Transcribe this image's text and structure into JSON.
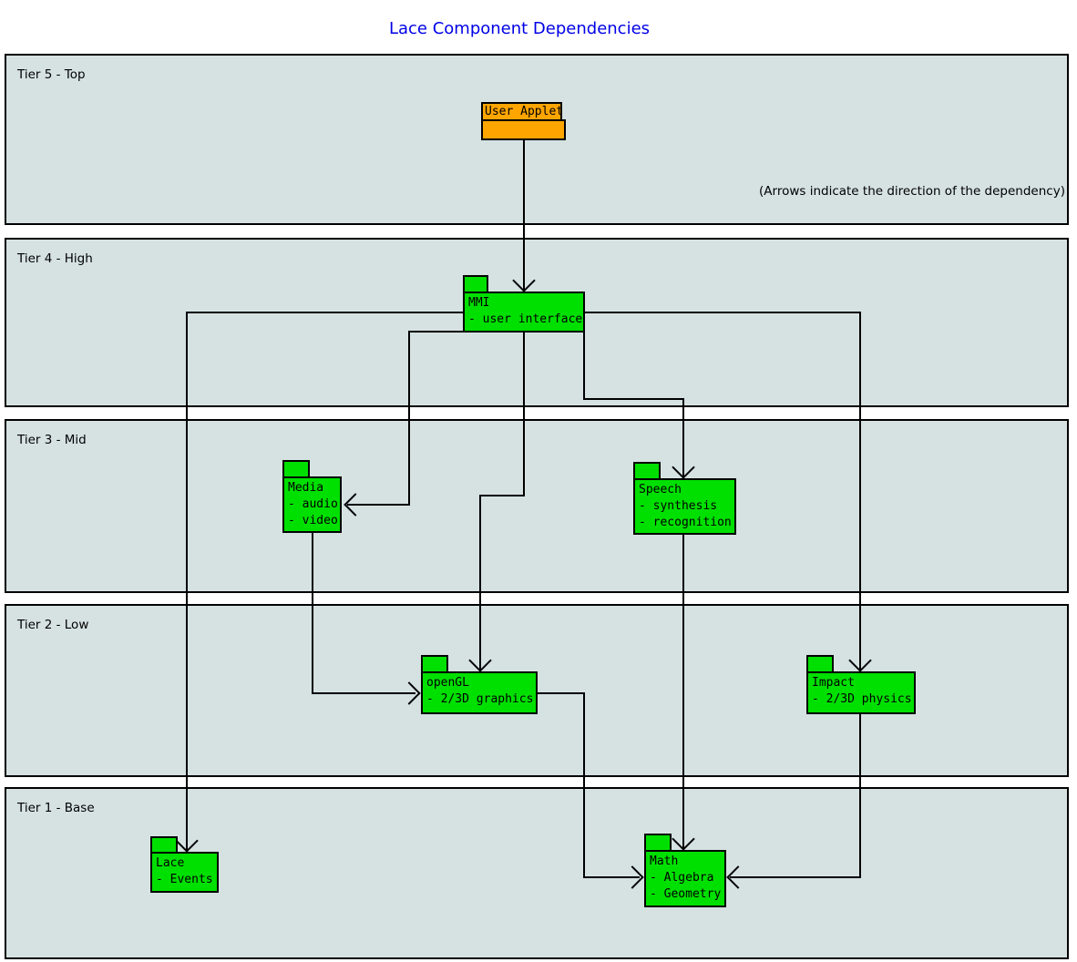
{
  "title": "Lace Component Dependencies",
  "annotation": "(Arrows indicate the direction of the dependency)",
  "colors": {
    "band_fill": "#d6e2e2",
    "component_fill": "#00e000",
    "applet_fill": "#ffa500",
    "title_text": "#0000e6",
    "line": "#000000"
  },
  "tiers": [
    {
      "label": "Tier 5 - Top"
    },
    {
      "label": "Tier 4 - High"
    },
    {
      "label": "Tier 3 - Mid"
    },
    {
      "label": "Tier 2 - Low"
    },
    {
      "label": "Tier 1 - Base"
    }
  ],
  "components": [
    {
      "name": "User Applet",
      "lines": []
    },
    {
      "name": "MMI",
      "lines": [
        "- user interface"
      ]
    },
    {
      "name": "Media",
      "lines": [
        "- audio",
        "- video"
      ]
    },
    {
      "name": "Speech",
      "lines": [
        "- synthesis",
        "- recognition"
      ]
    },
    {
      "name": "openGL",
      "lines": [
        "- 2/3D graphics"
      ]
    },
    {
      "name": "Impact",
      "lines": [
        "- 2/3D physics"
      ]
    },
    {
      "name": "Lace",
      "lines": [
        "- Events"
      ]
    },
    {
      "name": "Math",
      "lines": [
        "- Algebra",
        "- Geometry"
      ]
    }
  ],
  "dependencies": [
    "User Applet -> MMI",
    "MMI -> Lace",
    "MMI -> Media",
    "MMI -> openGL",
    "MMI -> Speech",
    "MMI -> Impact",
    "Media -> openGL",
    "Speech -> Math",
    "openGL -> Math",
    "Impact -> Math"
  ]
}
